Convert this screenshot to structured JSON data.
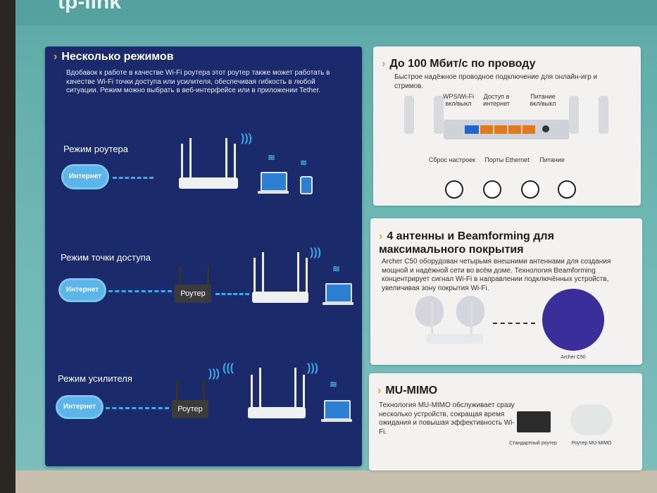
{
  "brand": {
    "logo": "tp-link"
  },
  "modes_panel": {
    "title": "Несколько режимов",
    "description": "Вдобавок к работе в качестве Wi-Fi роутера этот роутер также может работать в качестве Wi-Fi точки доступа или усилителя, обеспечивая гибкость в любой ситуации. Режим можно выбрать в веб-интерфейсе или в приложении Tether.",
    "modes": [
      {
        "label": "Режим роутера",
        "internet": "Интернет"
      },
      {
        "label": "Режим точки доступа",
        "internet": "Интернет",
        "router": "Роутер"
      },
      {
        "label": "Режим усилителя",
        "internet": "Интернет",
        "router": "Роутер"
      }
    ]
  },
  "wired_panel": {
    "title": "До 100 Мбит/с по проводу",
    "description": "Быстрое надёжное проводное подключение для онлайн-игр и стримов.",
    "labels": {
      "wps": "WPS/Wi-Fi вкл/выкл",
      "internet_access": "Доступ в интернет",
      "power_switch": "Питание вкл/выкл",
      "reset": "Сброс настроек",
      "ethernet": "Порты Ethernet",
      "power": "Питание"
    }
  },
  "antennas_panel": {
    "title": "4 антенны и Beamforming для максимального покрытия",
    "description": "Archer C50 оборудован четырьмя внешними антеннами для создания мощной и надёжной сети во всём доме. Технология Beamforming концентрирует сигнал Wi-Fi в направлении подключённых устройств, увеличивая зону покрытия Wi-Fi.",
    "model": "Archer C50"
  },
  "mumimo_panel": {
    "title": "MU-MIMO",
    "description": "Технология MU-MIMO обслуживает сразу несколько устройств, сокращая время ожидания и повышая эффективность Wi-Fi.",
    "standard_router": "Стандартный роутер",
    "mumimo_router": "Роутер MU-MIMO"
  },
  "colors": {
    "dark_panel": "#1a2a6b",
    "accent": "#f0a020",
    "wifi_blue": "#3da8e6",
    "box_teal": "#6db5b3"
  }
}
